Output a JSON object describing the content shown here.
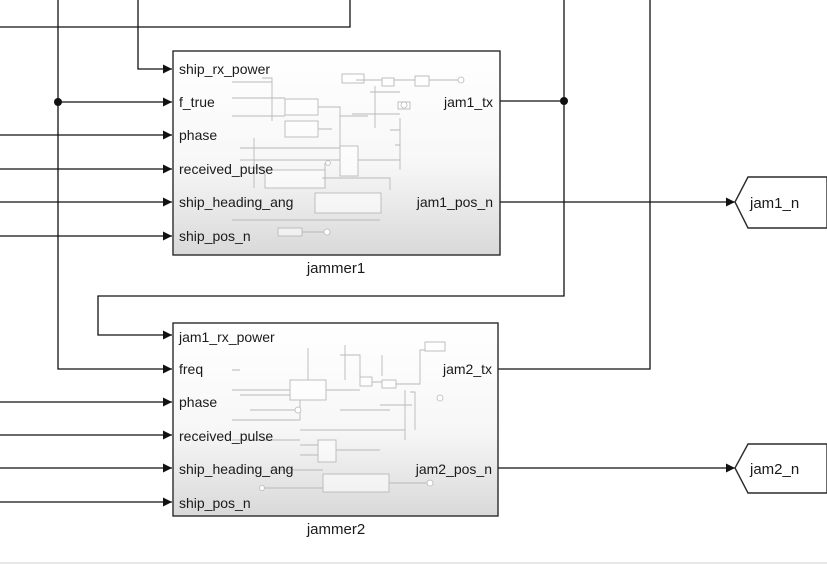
{
  "blocks": {
    "jammer1": {
      "title": "jammer1",
      "inputs": [
        "ship_rx_power",
        "f_true",
        "phase",
        "received_pulse",
        "ship_heading_ang",
        "ship_pos_n"
      ],
      "outputs": [
        "jam1_tx",
        "jam1_pos_n"
      ]
    },
    "jammer2": {
      "title": "jammer2",
      "inputs": [
        "jam1_rx_power",
        "freq",
        "phase",
        "received_pulse",
        "ship_heading_ang",
        "ship_pos_n"
      ],
      "outputs": [
        "jam2_tx",
        "jam2_pos_n"
      ]
    }
  },
  "goto_tags": {
    "jam1": "jam1_n",
    "jam2": "jam2_n"
  },
  "colors": {
    "wire": "#111111",
    "block_border": "#2b2b2b",
    "block_fill_top": "#ffffff",
    "block_fill_bottom": "#dcdcdc"
  }
}
